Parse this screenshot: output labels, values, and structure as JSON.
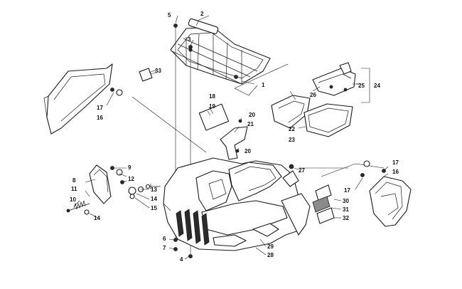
{
  "callouts": {
    "c1": "1",
    "c2": "2",
    "c3": "3",
    "c4": "4",
    "c5": "5",
    "c6": "6",
    "c7": "7",
    "c8": "8",
    "c9": "9",
    "c10": "10",
    "c11": "11",
    "c12": "12",
    "c13": "13",
    "c14a": "14",
    "c14b": "14",
    "c15": "15",
    "c16a": "16",
    "c16b": "16",
    "c17a": "17",
    "c17b": "17",
    "c17c": "17",
    "c18": "18",
    "c19": "19",
    "c20a": "20",
    "c20b": "20",
    "c21": "21",
    "c22": "22",
    "c23": "23",
    "c24": "24",
    "c25": "25",
    "c26": "26",
    "c27": "27",
    "c28": "28",
    "c29": "29",
    "c30": "30",
    "c31": "31",
    "c32": "32",
    "c33": "33"
  }
}
